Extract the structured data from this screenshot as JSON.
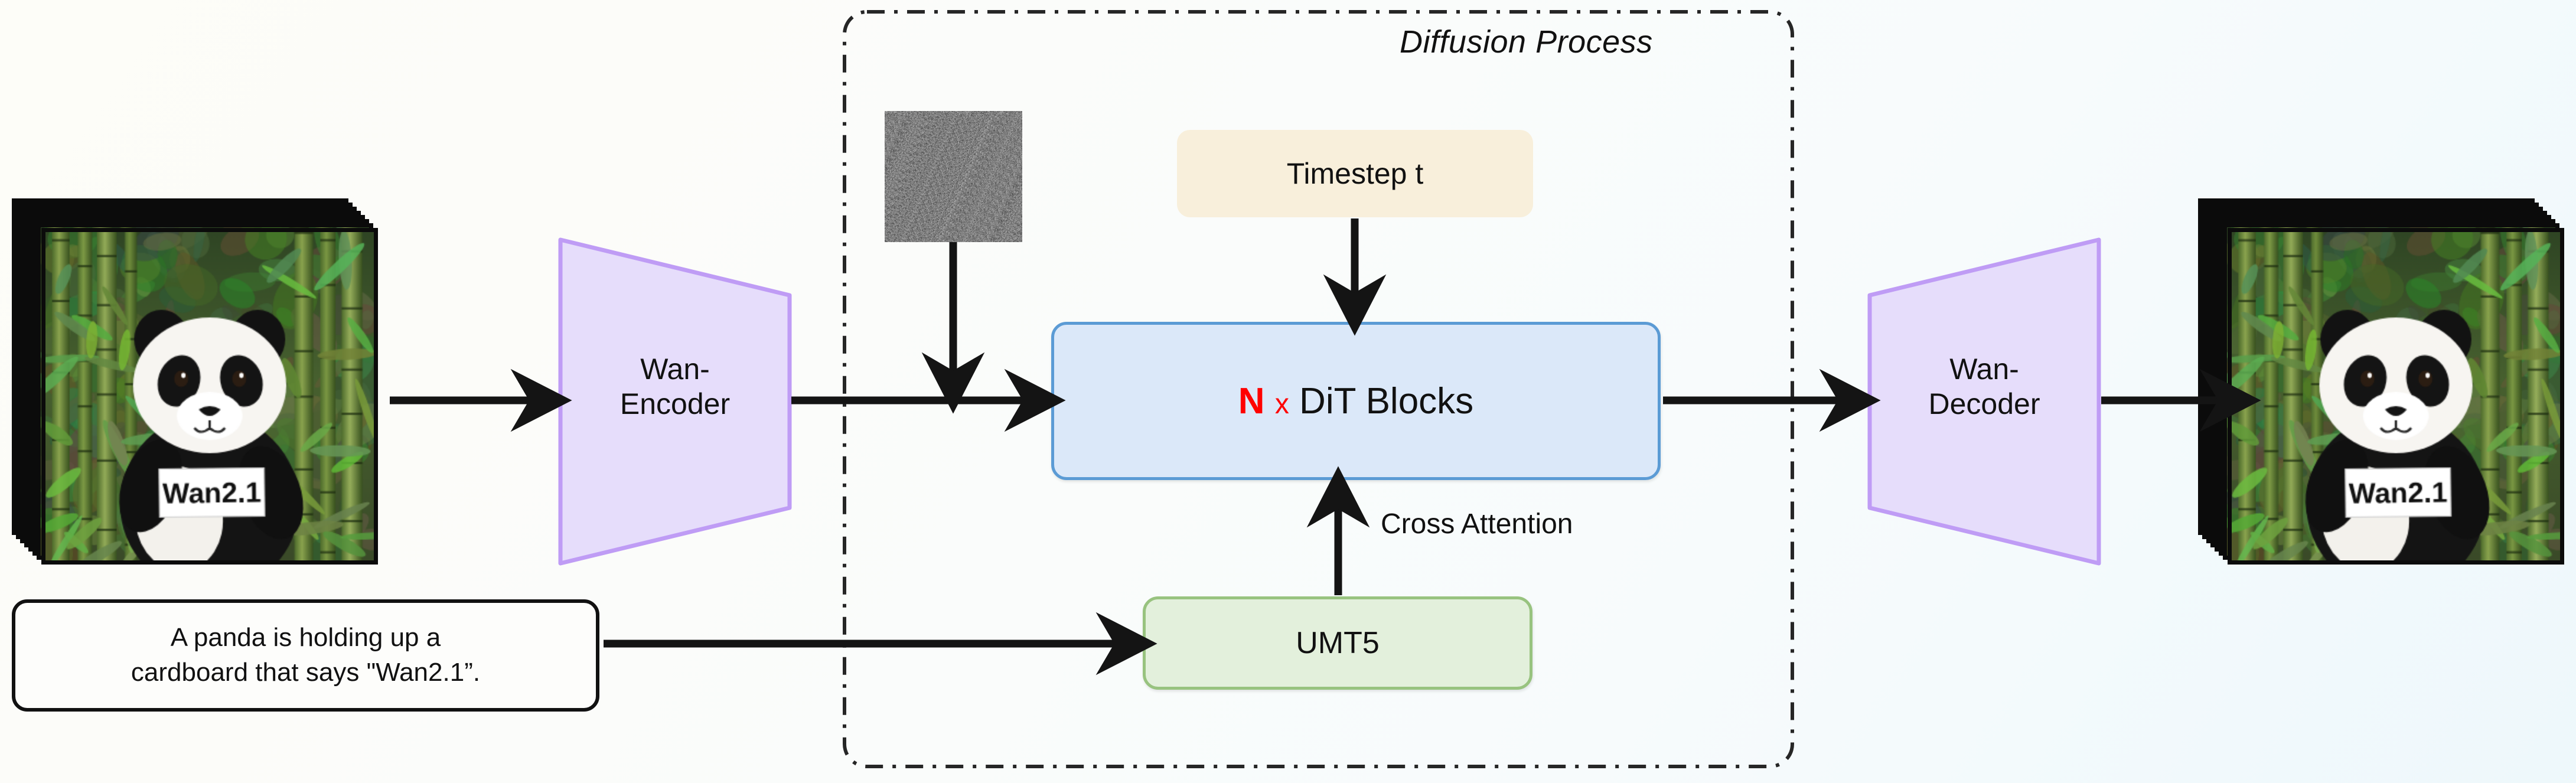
{
  "diagram": {
    "title": "Wan2.1 video diffusion pipeline",
    "background_gradient_from": "#fdfdf8",
    "background_gradient_to": "#eef8fb"
  },
  "diffusion": {
    "label": "Diffusion Process",
    "border_style": "dash-dot",
    "border_color": "#222222"
  },
  "input_video": {
    "caption": "panda holding a Wan2.1 sign in bamboo forest",
    "sign_text": "Wan2.1",
    "frame_count": 8
  },
  "output_video": {
    "caption": "panda holding a Wan2.1 sign in bamboo forest",
    "sign_text": "Wan2.1",
    "frame_count": 8
  },
  "encoder": {
    "line1": "Wan-",
    "line2": "Encoder",
    "fill": "#e6ddfb",
    "stroke": "#bf9cf5"
  },
  "decoder": {
    "line1": "Wan-",
    "line2": "Decoder",
    "fill": "#e6ddfb",
    "stroke": "#bf9cf5"
  },
  "dit": {
    "multiplier": "N",
    "times": "x",
    "label": "DiT Blocks",
    "fill": "#dbe8f9",
    "stroke": "#5b9bd5",
    "accent": "#ff0000"
  },
  "timestep": {
    "label": "Timestep t",
    "fill": "#f8efdb"
  },
  "text_encoder": {
    "label": "UMT5",
    "fill": "#e3f0dc",
    "stroke": "#98c37f"
  },
  "prompt": {
    "text": "A panda is holding up a\ncardboard that says \"Wan2.1”.",
    "border": "#111111"
  },
  "cross_attention": {
    "label": "Cross Attention"
  },
  "noise": {
    "label": "gaussian-noise-latent"
  },
  "arrows": [
    {
      "name": "video-to-encoder"
    },
    {
      "name": "encoder-to-dit"
    },
    {
      "name": "noise-to-latent-path"
    },
    {
      "name": "timestep-to-dit"
    },
    {
      "name": "umt5-to-dit"
    },
    {
      "name": "prompt-to-umt5"
    },
    {
      "name": "dit-to-decoder"
    },
    {
      "name": "decoder-to-video"
    }
  ]
}
